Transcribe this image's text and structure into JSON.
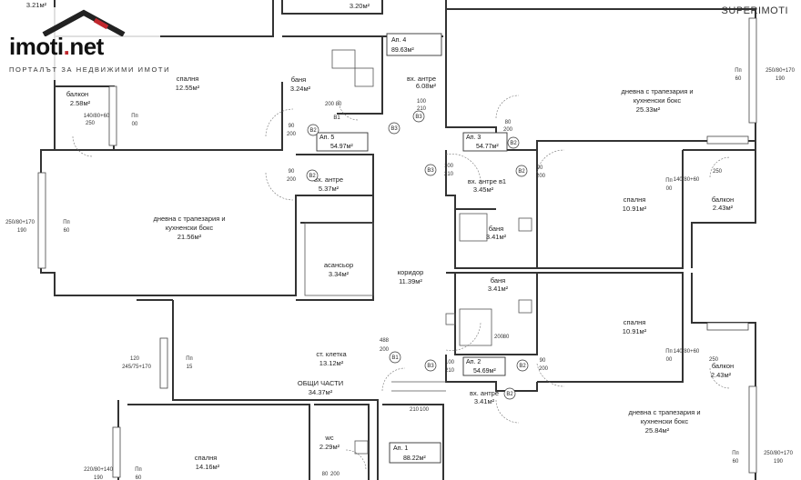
{
  "logo": {
    "brand_main": "imoti",
    "brand_dot": ".",
    "brand_tld": "net",
    "tagline": "ПОРТАЛЪТ ЗА НЕДВИЖИМИ ИМОТИ",
    "brand_color": "#c0272d"
  },
  "watermark": "SUPERIMOTI",
  "apartments": {
    "ap4": {
      "name": "Ап. 4",
      "area": "89.63м²"
    },
    "ap5": {
      "name": "Ап. 5",
      "area": "54.97м²"
    },
    "ap3": {
      "name": "Ап. 3",
      "area": "54.77м²"
    },
    "ap2": {
      "name": "Ап. 2",
      "area": "54.69м²"
    },
    "ap1": {
      "name": "Ап. 1",
      "area": "88.22м²"
    }
  },
  "rooms": {
    "top_partial": "3.20м²",
    "top_left_partial": "3.21м²",
    "bedroom_nw": {
      "name": "спалня",
      "area": "12.55м²"
    },
    "bath_n": {
      "name": "баня",
      "area": "3.24м²"
    },
    "balcony_nw": {
      "name": "балкон",
      "area": "2.58м²"
    },
    "entry_ap4": {
      "name": "вх. антре",
      "area": "6.08м²"
    },
    "living_ne": {
      "name": "дневна с трапезария и",
      "name2": "кухненски бокс",
      "area": "25.33м²"
    },
    "entry_ap5": {
      "name": "вх. антре",
      "area": "5.37м²"
    },
    "living_w": {
      "name": "дневна с трапезария и",
      "name2": "кухненски бокс",
      "area": "21.56м²"
    },
    "elevator": {
      "name": "асансьор",
      "area": "3.34м²"
    },
    "corridor": {
      "name": "коридор",
      "area": "11.39м²"
    },
    "entry_ap3": {
      "name": "вх. антре в1",
      "area": "3.45м²"
    },
    "bath_ap3": {
      "name": "баня",
      "area": "3.41м²"
    },
    "bedroom_e1": {
      "name": "спалня",
      "area": "10.91м²"
    },
    "balcony_e1": {
      "name": "балкон",
      "area": "2.43м²"
    },
    "bath_ap2": {
      "name": "баня",
      "area": "3.41м²"
    },
    "bedroom_e2": {
      "name": "спалня",
      "area": "10.91м²"
    },
    "balcony_e2": {
      "name": "балкон",
      "area": "2.43м²"
    },
    "stairwell": {
      "name": "ст. клетка",
      "area": "13.12м²"
    },
    "common": {
      "name": "ОБЩИ ЧАСТИ",
      "area": "34.37м²"
    },
    "entry_ap2": {
      "name": "вх. антре",
      "area": "3.41м²"
    },
    "living_se": {
      "name": "дневна с трапезария и",
      "name2": "кухненски бокс",
      "area": "25.84м²"
    },
    "wc": {
      "name": "wc",
      "area": "2.29м²"
    },
    "bedroom_sw": {
      "name": "спалня",
      "area": "14.16м²"
    }
  },
  "dims": {
    "d90_200": [
      "90",
      "200"
    ],
    "d100_210": [
      "100",
      "210"
    ],
    "d80_200": [
      "80",
      "200"
    ],
    "win_250": [
      "250/80+170",
      "190"
    ],
    "win_140": [
      "140/80+60",
      "250"
    ],
    "win_120": [
      "120",
      "245/75+170"
    ],
    "win_220": [
      "220/80+140",
      "190"
    ],
    "pn60": [
      "Пп",
      "60"
    ],
    "pn00": [
      "Пп",
      "00"
    ],
    "pn15": [
      "Пп",
      "15"
    ],
    "stair_dim": [
      "488",
      "200"
    ]
  },
  "tags": {
    "b1": "В1",
    "b2": "В2",
    "b3": "В3"
  }
}
